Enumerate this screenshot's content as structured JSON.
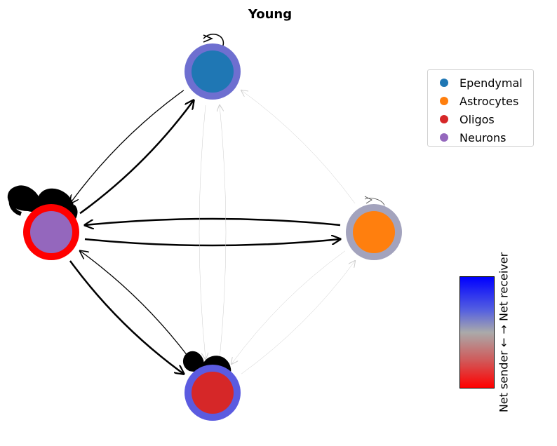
{
  "title": "Young",
  "nodes": [
    {
      "id": "ependymal",
      "label": "Ependymal",
      "fill": "#1f77b4",
      "ring": "#6e6fd0"
    },
    {
      "id": "astrocytes",
      "label": "Astrocytes",
      "fill": "#ff7f0e",
      "ring": "#a3a3bd"
    },
    {
      "id": "oligos",
      "label": "Oligos",
      "fill": "#d62728",
      "ring": "#5b5be0"
    },
    {
      "id": "neurons",
      "label": "Neurons",
      "fill": "#9467bd",
      "ring": "#ff0000"
    }
  ],
  "legend": {
    "items": [
      {
        "label": "Ependymal",
        "color": "#1f77b4"
      },
      {
        "label": "Astrocytes",
        "color": "#ff7f0e"
      },
      {
        "label": "Oligos",
        "color": "#d62728"
      },
      {
        "label": "Neurons",
        "color": "#9467bd"
      }
    ]
  },
  "colorbar": {
    "label": "Net sender ← → Net receiver",
    "colors": [
      "#0000ff",
      "#aaaaaa",
      "#ff0000"
    ]
  },
  "edges": [
    {
      "from": "neurons",
      "to": "ependymal",
      "strength": "strong"
    },
    {
      "from": "ependymal",
      "to": "neurons",
      "strength": "medium"
    },
    {
      "from": "neurons",
      "to": "astrocytes",
      "strength": "strong"
    },
    {
      "from": "astrocytes",
      "to": "neurons",
      "strength": "strong"
    },
    {
      "from": "neurons",
      "to": "oligos",
      "strength": "strong"
    },
    {
      "from": "oligos",
      "to": "neurons",
      "strength": "medium"
    },
    {
      "from": "ependymal",
      "to": "oligos",
      "strength": "faint"
    },
    {
      "from": "oligos",
      "to": "ependymal",
      "strength": "faint"
    },
    {
      "from": "oligos",
      "to": "astrocytes",
      "strength": "faint"
    },
    {
      "from": "astrocytes",
      "to": "oligos",
      "strength": "faint"
    },
    {
      "from": "astrocytes",
      "to": "ependymal",
      "strength": "faint"
    }
  ]
}
